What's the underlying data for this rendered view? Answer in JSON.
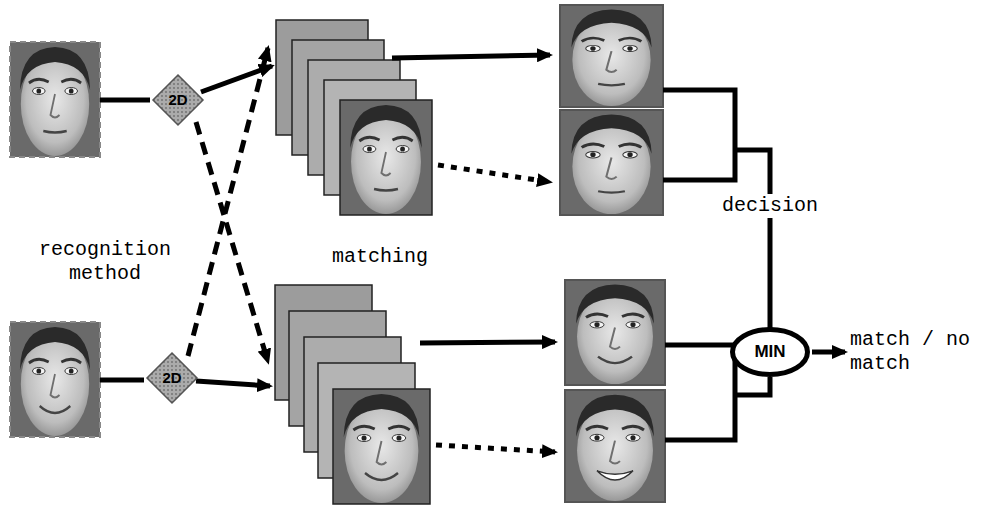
{
  "diagram": {
    "nodes": [
      {
        "text": [
          "2D"
        ]
      },
      {
        "text": [
          "2D"
        ]
      },
      {
        "text": [
          "MIN"
        ]
      }
    ],
    "labels": [
      "recognition method",
      "matching",
      "decision",
      "match / no match"
    ]
  }
}
